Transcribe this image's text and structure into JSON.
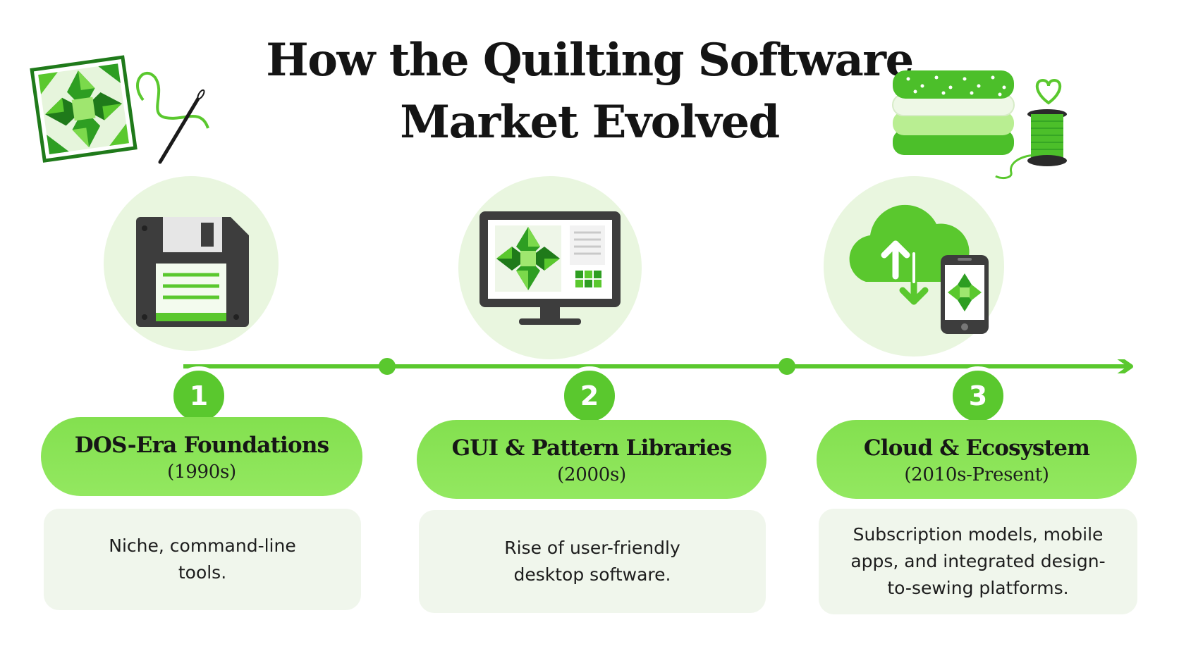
{
  "title": {
    "line1": "How the Quilting Software",
    "line2": "Market Evolved"
  },
  "icons": {
    "top_left": [
      "quilt-block-icon",
      "needle-thread-icon"
    ],
    "top_right": [
      "fabric-stack-icon",
      "thread-spool-icon",
      "heart-icon"
    ],
    "stages": [
      "floppy-disk-icon",
      "desktop-monitor-icon",
      "cloud-sync-icon",
      "smartphone-icon"
    ]
  },
  "colors": {
    "accent": "#5ac82e",
    "pill": "#8ee55a",
    "circle_bg": "#e9f6df",
    "card_bg": "#f0f6ec",
    "dark": "#3d3d3d"
  },
  "stages": [
    {
      "number": "1",
      "title": "DOS-Era Foundations",
      "period": "(1990s)",
      "description": "Niche, command-line tools."
    },
    {
      "number": "2",
      "title": "GUI & Pattern Libraries",
      "period": "(2000s)",
      "description": "Rise of user-friendly desktop software."
    },
    {
      "number": "3",
      "title": "Cloud & Ecosystem",
      "period": "(2010s-Present)",
      "description": "Subscription models, mobile apps, and integrated design-to-sewing platforms."
    }
  ]
}
